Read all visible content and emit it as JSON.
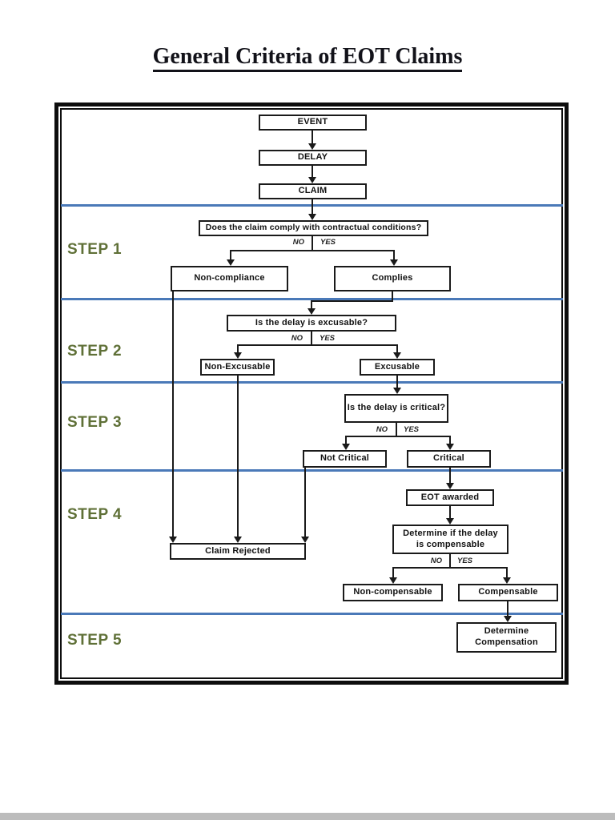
{
  "title": "General Criteria of EOT Claims",
  "steps": [
    {
      "label": "STEP 1"
    },
    {
      "label": "STEP 2"
    },
    {
      "label": "STEP 3"
    },
    {
      "label": "STEP 4"
    },
    {
      "label": "STEP 5"
    }
  ],
  "nodes": {
    "event": "EVENT",
    "delay": "DELAY",
    "claim": "CLAIM",
    "q_comply": "Does the claim comply with contractual conditions?",
    "non_compliance": "Non-compliance",
    "complies": "Complies",
    "q_excusable": "Is the delay is excusable?",
    "non_excusable": "Non-Excusable",
    "excusable": "Excusable",
    "q_critical": "Is the delay is critical?",
    "not_critical": "Not Critical",
    "critical": "Critical",
    "eot_awarded": "EOT awarded",
    "determine_compensable": "Determine if the delay is compensable",
    "claim_rejected": "Claim Rejected",
    "non_compensable": "Non-compensable",
    "compensable": "Compensable",
    "determine_compensation": "Determine Compensation"
  },
  "branch_labels": {
    "no": "NO",
    "yes": "YES"
  },
  "colors": {
    "divider_blue": "#4a79b8",
    "step_label_green": "#5f7037",
    "line_black": "#1a1a1a",
    "background": "#ffffff"
  }
}
